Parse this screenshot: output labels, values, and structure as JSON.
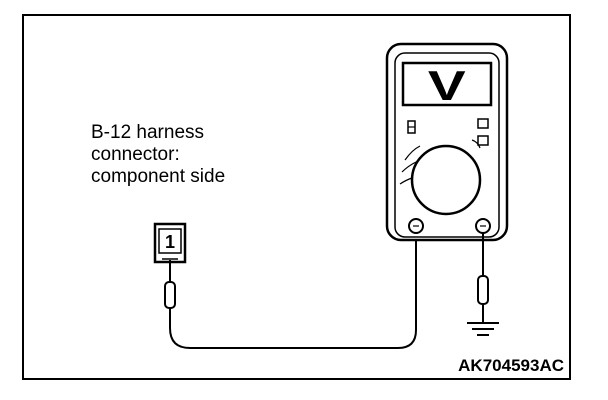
{
  "caption": {
    "line1": "B-12 harness",
    "line2": "connector:",
    "line3": "component side"
  },
  "connector": {
    "terminal_label": "1"
  },
  "meter": {
    "display_symbol": "V"
  },
  "figure_code": "AK704593AC"
}
